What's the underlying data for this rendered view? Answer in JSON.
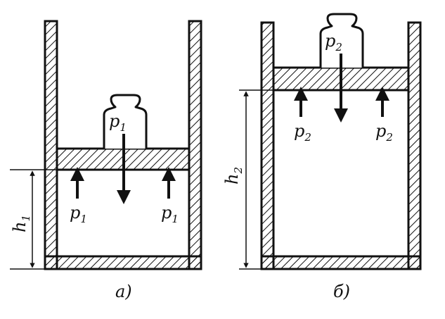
{
  "left": {
    "weight_label": "p",
    "weight_sub": "1",
    "pressure_left_label": "p",
    "pressure_left_sub": "1",
    "pressure_right_label": "p",
    "pressure_right_sub": "1",
    "height_label": "h",
    "height_sub": "1",
    "caption": "а)"
  },
  "right": {
    "weight_label": "p",
    "weight_sub": "2",
    "pressure_left_label": "p",
    "pressure_left_sub": "2",
    "pressure_right_label": "p",
    "pressure_right_sub": "2",
    "height_label": "h",
    "height_sub": "2",
    "caption": "б)"
  },
  "colors": {
    "ink": "#111111",
    "paper": "#ffffff"
  }
}
